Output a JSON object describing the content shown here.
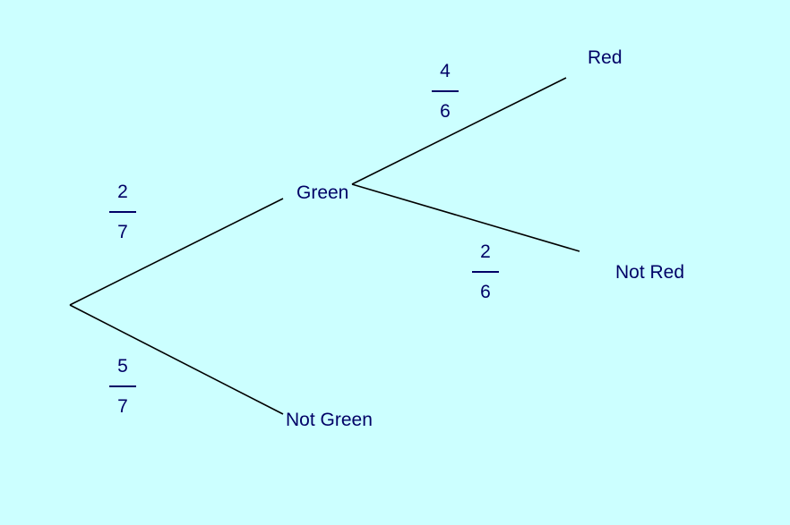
{
  "tree": {
    "nodes": {
      "green": "Green",
      "not_green": "Not Green",
      "red": "Red",
      "not_red": "Not Red"
    },
    "probabilities": {
      "green": {
        "numerator": "2",
        "denominator": "7"
      },
      "not_green": {
        "numerator": "5",
        "denominator": "7"
      },
      "red": {
        "numerator": "4",
        "denominator": "6"
      },
      "not_red": {
        "numerator": "2",
        "denominator": "6"
      }
    }
  },
  "colors": {
    "background": "#ccffff",
    "text": "#000066",
    "line": "#000000"
  }
}
